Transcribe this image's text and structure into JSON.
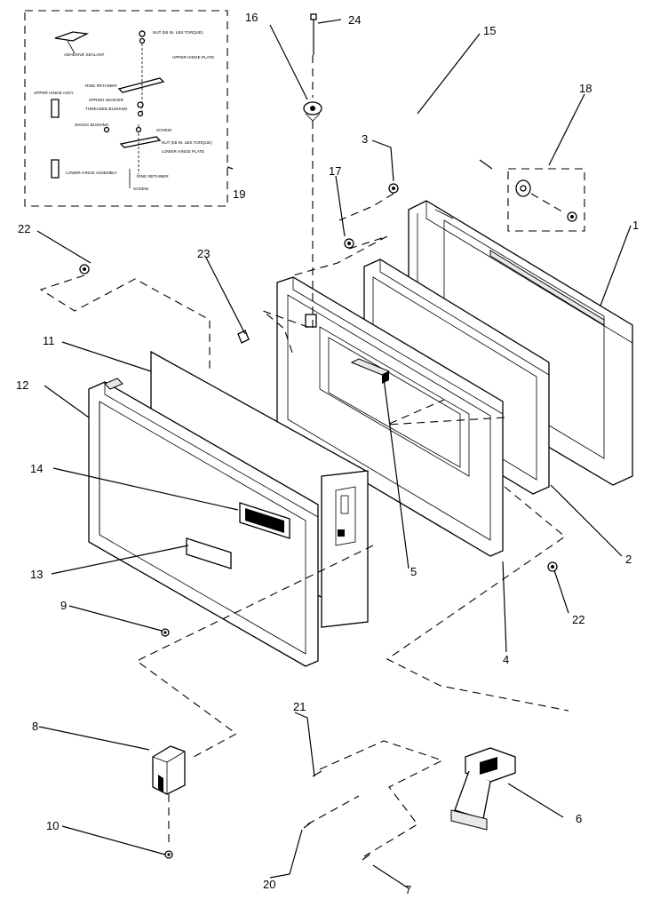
{
  "callouts": [
    {
      "id": "1",
      "text": "1"
    },
    {
      "id": "2",
      "text": "2"
    },
    {
      "id": "3",
      "text": "3"
    },
    {
      "id": "4",
      "text": "4"
    },
    {
      "id": "5",
      "text": "5"
    },
    {
      "id": "6",
      "text": "6"
    },
    {
      "id": "7",
      "text": "7"
    },
    {
      "id": "8",
      "text": "8"
    },
    {
      "id": "9",
      "text": "9"
    },
    {
      "id": "10",
      "text": "10"
    },
    {
      "id": "11",
      "text": "11"
    },
    {
      "id": "12",
      "text": "12"
    },
    {
      "id": "13",
      "text": "13"
    },
    {
      "id": "14",
      "text": "14"
    },
    {
      "id": "15",
      "text": "15"
    },
    {
      "id": "16",
      "text": "16"
    },
    {
      "id": "17",
      "text": "17"
    },
    {
      "id": "18",
      "text": "18"
    },
    {
      "id": "19",
      "text": "19"
    },
    {
      "id": "20",
      "text": "20"
    },
    {
      "id": "21",
      "text": "21"
    },
    {
      "id": "22a",
      "text": "22"
    },
    {
      "id": "22b",
      "text": "22"
    },
    {
      "id": "23",
      "text": "23"
    },
    {
      "id": "24",
      "text": "24"
    }
  ],
  "inset": {
    "labels": {
      "nut_top": "NUT (55 IN. LBS TORQUE)",
      "adhesive": "ADHESIVE SEALANT",
      "upper_hinge_plate": "UPPER HINGE PLATE",
      "ring_retainer_top": "RING RETAINER",
      "upper_hinge_assy": "UPPER HINGE ASSY",
      "spring_washer": "SPRING WASHER",
      "threaded_bushing": "THREADED BUSHING",
      "screw": "SCREW",
      "shock_bushing": "SHOCK BUSHING",
      "nut_bottom": "NUT (55 IN. LBS TORQUE)",
      "lower_hinge_plate": "LOWER HINGE PLATE",
      "lower_hinge_assy": "LOWER HINGE ASSEMBLY",
      "ring_retainer_bottom": "RING RETAINER",
      "screw_bottom": "SCREW"
    }
  }
}
